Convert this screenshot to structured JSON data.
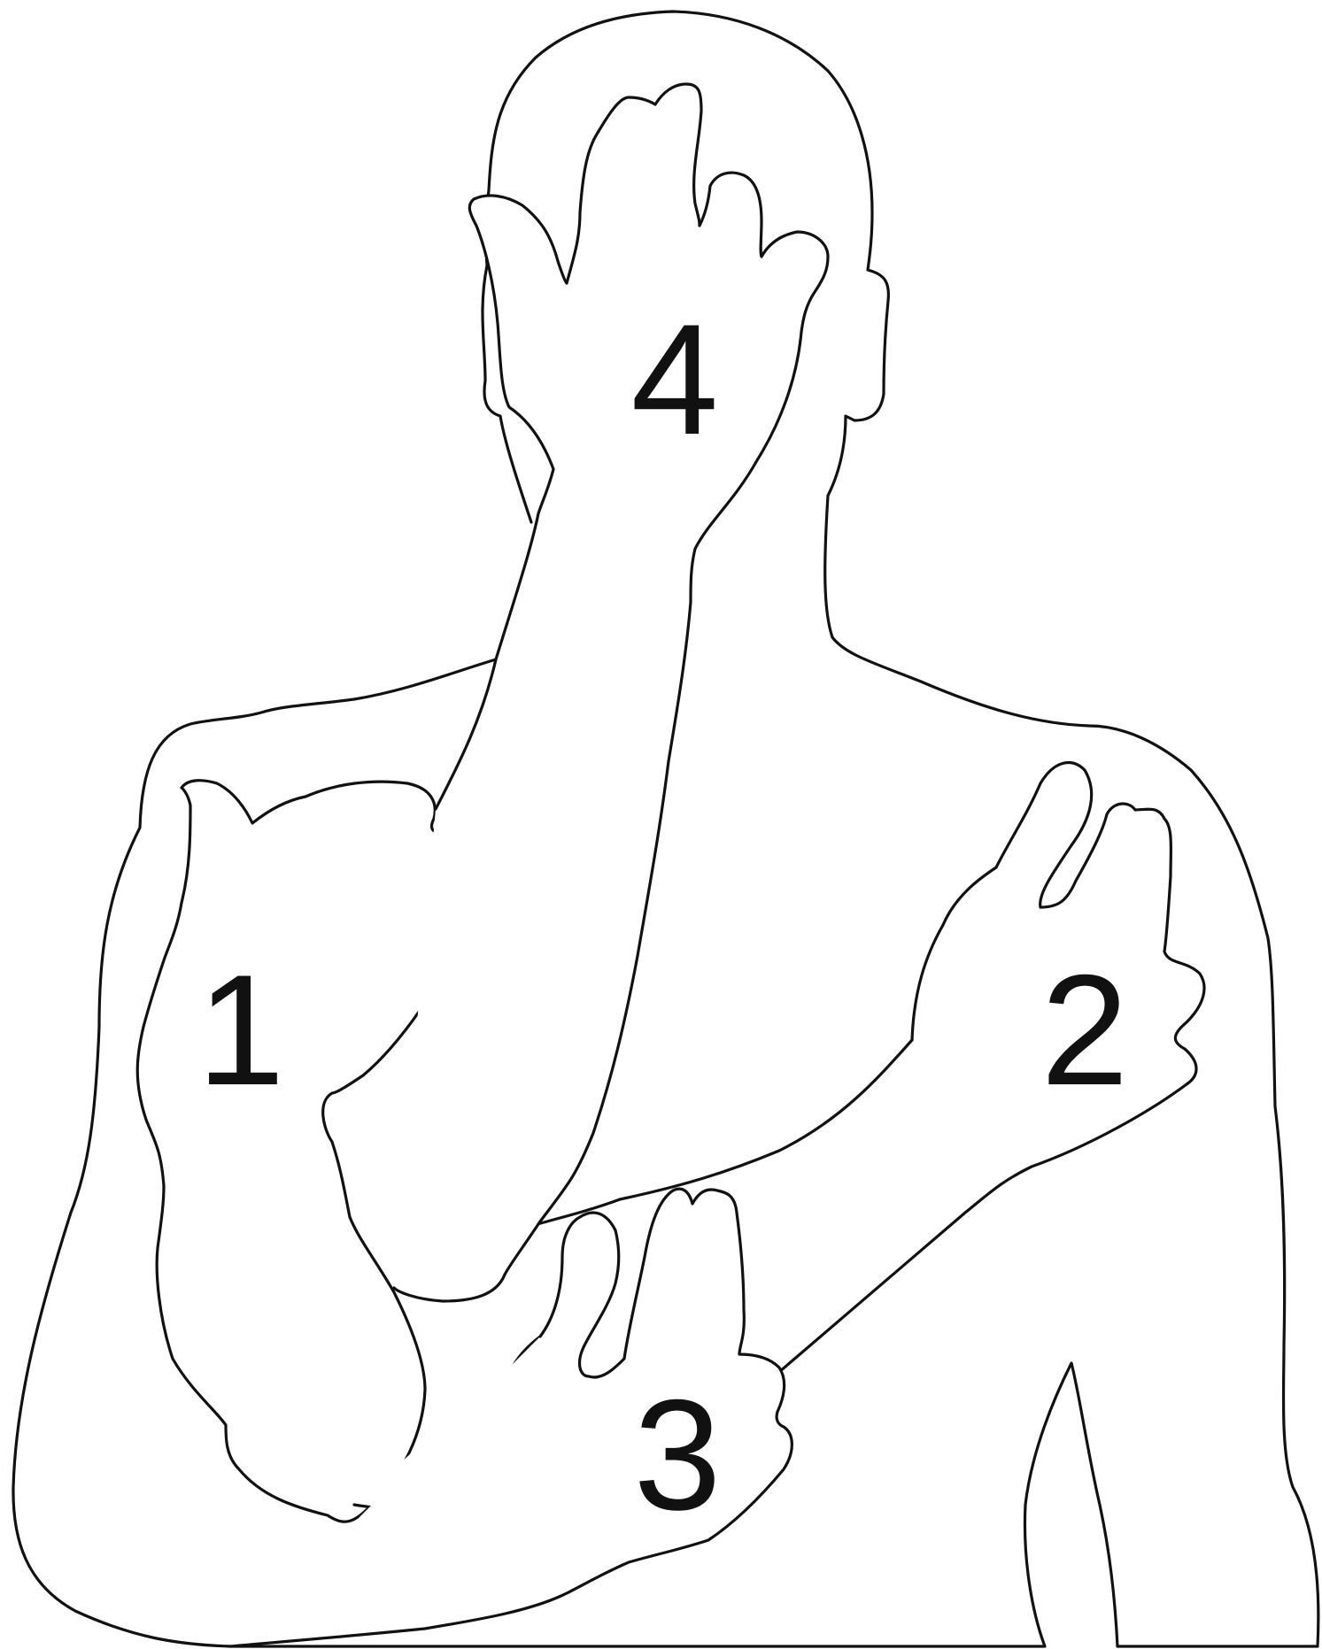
{
  "labels": {
    "zone_1": "1",
    "zone_2": "2",
    "zone_3": "3",
    "zone_4": "4"
  },
  "colors": {
    "line": "#111111",
    "fill": "#ffffff",
    "background": "#ffffff"
  }
}
